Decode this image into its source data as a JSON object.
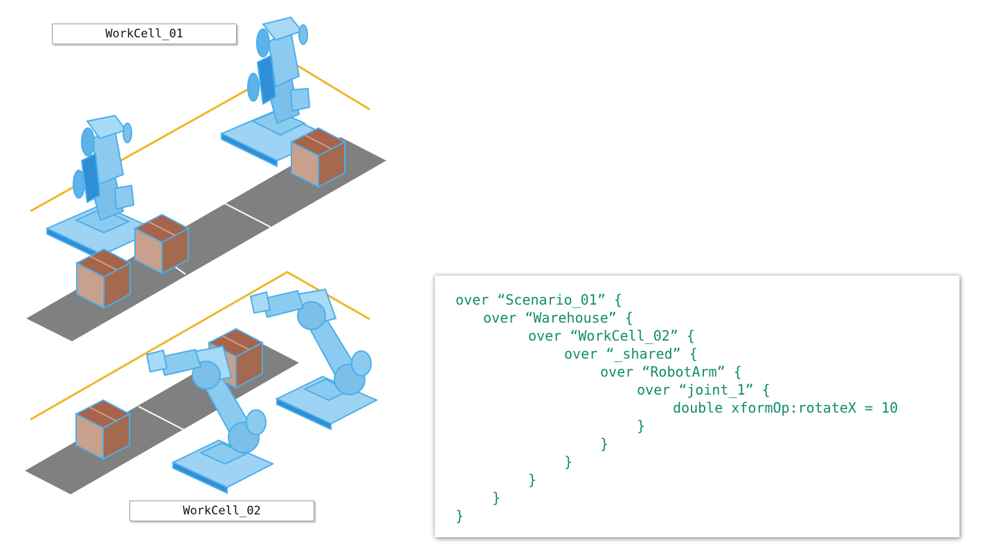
{
  "labels": {
    "workcell_01": "WorkCell_01",
    "workcell_02": "WorkCell_02"
  },
  "code": {
    "color": "#0e8c6e",
    "lines": [
      {
        "indent": 0,
        "text": "over “Scenario_01” {"
      },
      {
        "indent": 1,
        "text": "over “Warehouse” {"
      },
      {
        "indent": 2,
        "text": "over “WorkCell_02” {"
      },
      {
        "indent": 3,
        "text": "over “_shared” {"
      },
      {
        "indent": 4,
        "text": "over “RobotArm” {"
      },
      {
        "indent": 5,
        "text": "over “joint_1” {"
      },
      {
        "indent": 6,
        "text": "double xformOp:rotateX = 10"
      },
      {
        "indent": 5,
        "text": "}"
      },
      {
        "indent": 4,
        "text": "}"
      },
      {
        "indent": 3,
        "text": "}"
      },
      {
        "indent": 2,
        "text": "}"
      },
      {
        "indent": 1,
        "text": "}"
      },
      {
        "indent": 0,
        "text": "}"
      }
    ]
  },
  "colors": {
    "robot_fill": "#8ccbf0",
    "robot_dark": "#2f8fd6",
    "robot_stroke": "#4aaeea",
    "conveyor": "#808080",
    "box_top": "#a7644a",
    "box_left": "#c9a08c",
    "box_right": "#a46a4f",
    "fence": "#efb628"
  }
}
